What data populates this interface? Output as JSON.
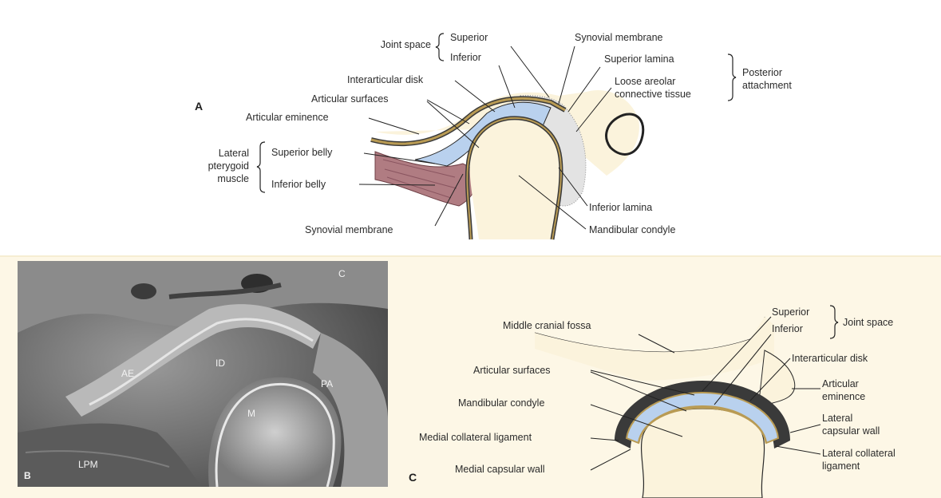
{
  "panel_a": {
    "letter": "A",
    "labels": {
      "joint_space": "Joint space",
      "superior": "Superior",
      "inferior": "Inferior",
      "synovial_membrane_top": "Synovial membrane",
      "superior_lamina": "Superior lamina",
      "loose_areolar_1": "Loose areolar",
      "loose_areolar_2": "connective tissue",
      "posterior_attachment_1": "Posterior",
      "posterior_attachment_2": "attachment",
      "interarticular_disk": "Interarticular disk",
      "articular_surfaces": "Articular surfaces",
      "articular_eminence": "Articular eminence",
      "lateral_pterygoid_1": "Lateral",
      "lateral_pterygoid_2": "pterygoid",
      "lateral_pterygoid_3": "muscle",
      "superior_belly": "Superior belly",
      "inferior_belly": "Inferior belly",
      "inferior_lamina": "Inferior lamina",
      "mandibular_condyle": "Mandibular condyle",
      "synovial_membrane_bottom": "Synovial membrane"
    }
  },
  "panel_b": {
    "letter": "B",
    "labels": {
      "ae": "AE",
      "id": "ID",
      "pa": "PA",
      "m": "M",
      "lpm": "LPM",
      "c": "C"
    }
  },
  "panel_c": {
    "letter": "C",
    "labels": {
      "middle_cranial_fossa": "Middle cranial fossa",
      "superior": "Superior",
      "inferior": "Inferior",
      "joint_space": "Joint space",
      "interarticular_disk": "Interarticular disk",
      "articular_surfaces": "Articular surfaces",
      "articular_eminence_1": "Articular",
      "articular_eminence_2": "eminence",
      "mandibular_condyle": "Mandibular condyle",
      "lateral_capsular_wall_1": "Lateral",
      "lateral_capsular_wall_2": "capsular wall",
      "medial_collateral_ligament": "Medial collateral ligament",
      "lateral_collateral_ligament_1": "Lateral collateral",
      "lateral_collateral_ligament_2": "ligament",
      "medial_capsular_wall": "Medial capsular wall"
    }
  },
  "colors": {
    "disk_blue": "#b9d1ee",
    "bone_cream": "#fbf3dc",
    "capsule_dark": "#3a3a3a",
    "muscle_red": "#b07c82",
    "surface_gold": "#b99b54",
    "background_cream": "#fdf7e6"
  }
}
